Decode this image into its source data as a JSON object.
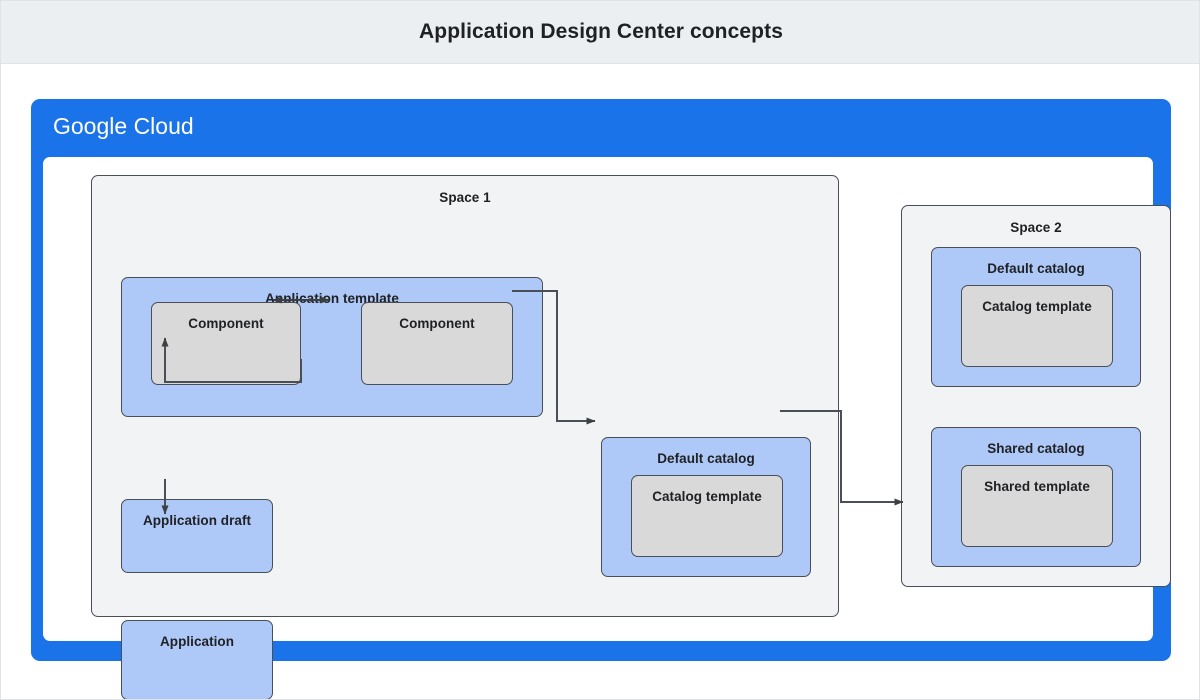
{
  "header": {
    "title": "Application Design Center concepts"
  },
  "brand": {
    "logo_primary": "Google",
    "logo_secondary": "Cloud",
    "frame_color": "#1a73e8"
  },
  "colors": {
    "title_bar_bg": "#eceff1",
    "space_bg": "#f1f3f4",
    "blue_fill": "#aec9f8",
    "gray_fill": "#d9d9d9",
    "stroke": "#4a4e57",
    "text": "#202124"
  },
  "spaces": [
    {
      "id": "space-1",
      "label": "Space 1",
      "nodes": {
        "application_template": {
          "label": "Application template",
          "children": [
            {
              "id": "component-left",
              "label": "Component"
            },
            {
              "id": "component-right",
              "label": "Component"
            }
          ]
        },
        "application_draft": {
          "label": "Application draft"
        },
        "application": {
          "label": "Application"
        },
        "default_catalog": {
          "label": "Default catalog",
          "children": [
            {
              "id": "catalog-template",
              "label": "Catalog template"
            }
          ]
        }
      }
    },
    {
      "id": "space-2",
      "label": "Space 2",
      "nodes": {
        "default_catalog": {
          "label": "Default catalog",
          "children": [
            {
              "id": "catalog-template",
              "label": "Catalog template"
            }
          ]
        },
        "shared_catalog": {
          "label": "Shared catalog",
          "children": [
            {
              "id": "shared-template",
              "label": "Shared template"
            }
          ]
        }
      }
    }
  ],
  "connectors": [
    {
      "id": "component-sync",
      "from": "component-left",
      "to": "component-right",
      "type": "bidirectional"
    },
    {
      "id": "template-to-draft",
      "from": "application-template",
      "to": "application-draft",
      "type": "arrow"
    },
    {
      "id": "draft-to-application",
      "from": "application-draft",
      "to": "application",
      "type": "arrow"
    },
    {
      "id": "template-to-default-catalog",
      "from": "application-template",
      "to": "space1-catalog-template",
      "type": "arrow"
    },
    {
      "id": "default-catalog-to-shared-catalog",
      "from": "space1-default-catalog",
      "to": "space2-shared-catalog",
      "type": "arrow"
    }
  ]
}
